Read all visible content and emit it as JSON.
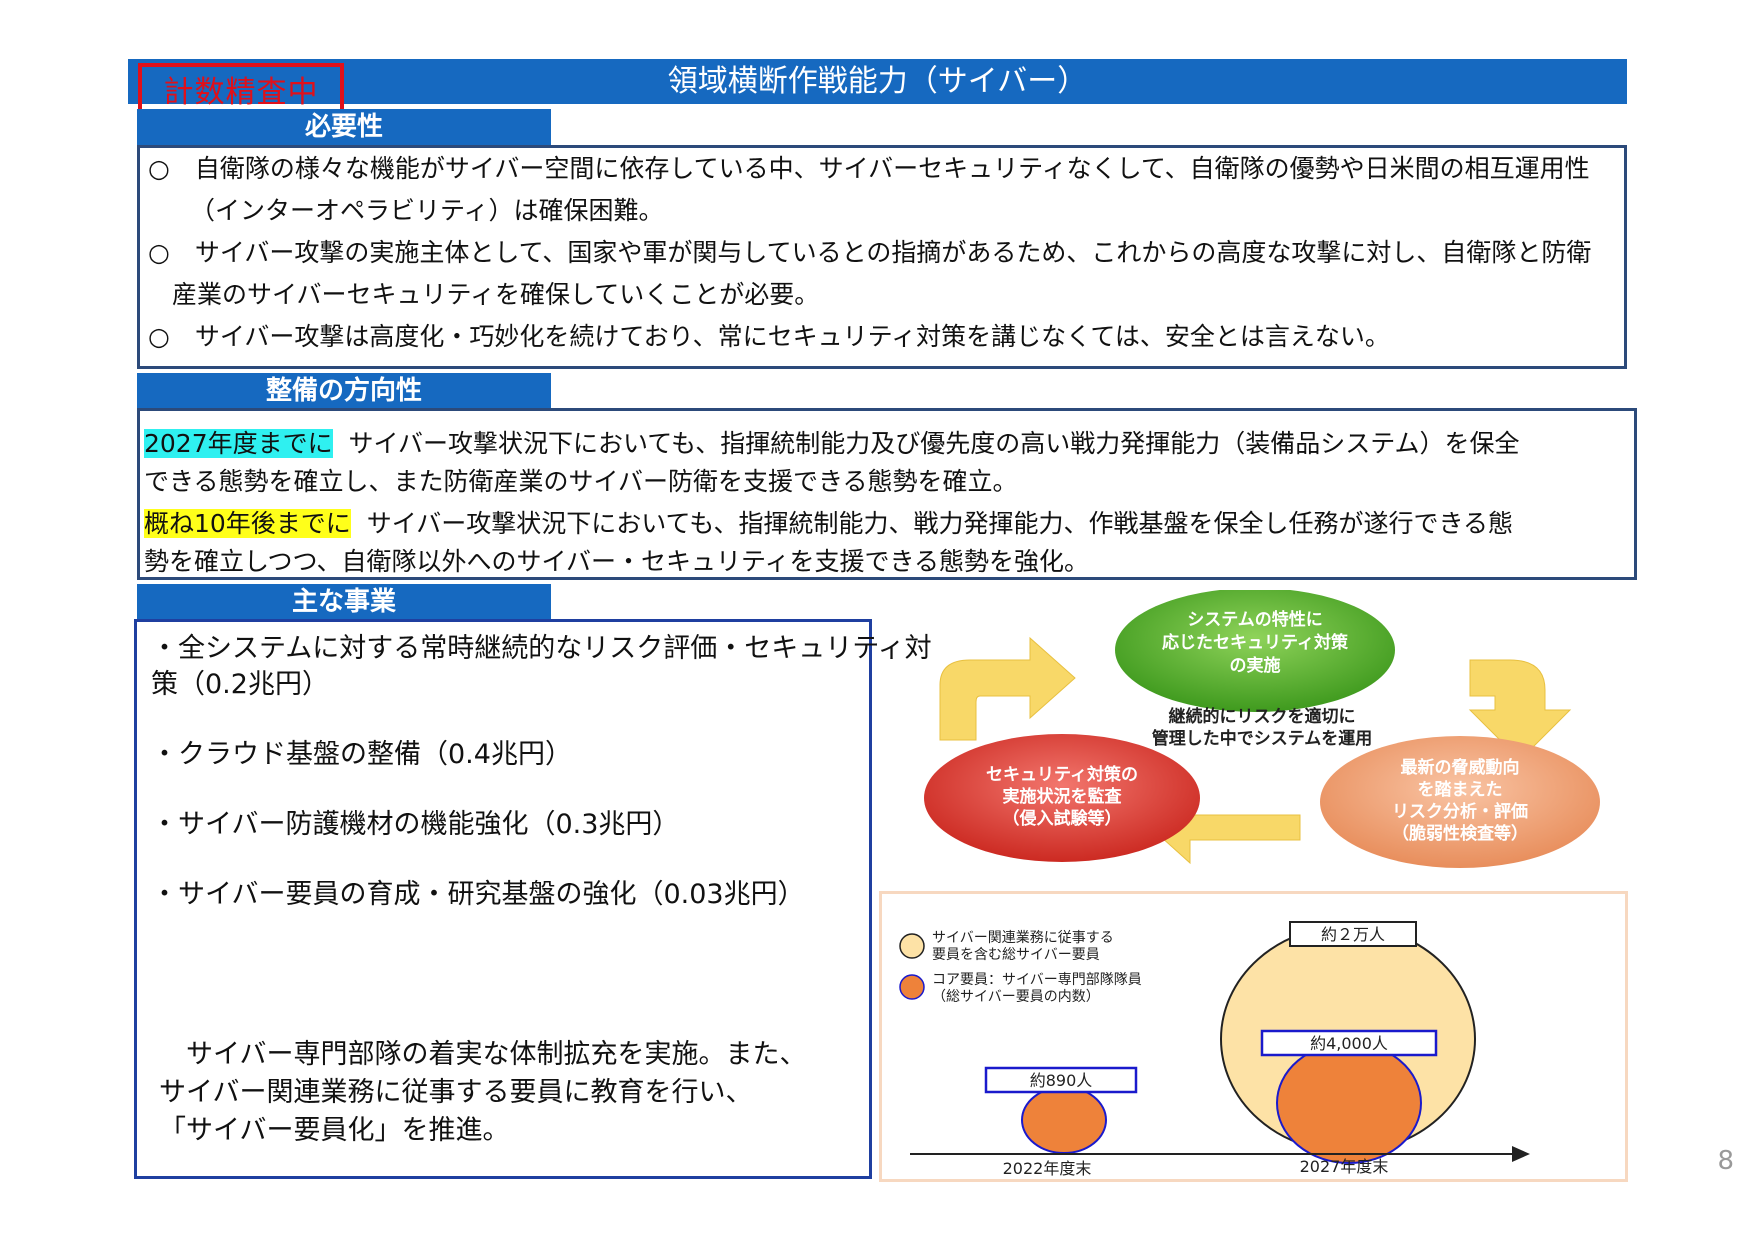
{
  "title": "領域横断作戦能力（サイバー）",
  "stamp": "計数精査中",
  "hitsuyo": {
    "heading": "必要性",
    "items": [
      "○　自衛隊の様々な機能がサイバー空間に依存している中、サイバーセキュリティなくして、自衛隊の優勢や日米間の相互運用性",
      "（インターオペラビリティ）は確保困難。",
      "○　サイバー攻撃の実施主体として、国家や軍が関与しているとの指摘があるため、これからの高度な攻撃に対し、自衛隊と防衛",
      "産業のサイバーセキュリティを確保していくことが必要。",
      "○　サイバー攻撃は高度化・巧妙化を続けており、常にセキュリティ対策を講じなくては、安全とは言えない。"
    ]
  },
  "houkou": {
    "heading": "整備の方向性",
    "p1_label": "2027年度までに",
    "p1_line1": "サイバー攻撃状況下においても、指揮統制能力及び優先度の高い戦力発揮能力（装備品システム）を保全",
    "p1_line2": "できる態勢を確立し、また防衛産業のサイバー防衛を支援できる態勢を確立。",
    "p2_label": "概ね10年後までに",
    "p2_line1": "サイバー攻撃状況下においても、指揮統制能力、戦力発揮能力、作戦基盤を保全し任務が遂行できる態",
    "p2_line2": "勢を確立しつつ、自衛隊以外へのサイバー・セキュリティを支援できる態勢を強化。"
  },
  "jigyo": {
    "heading": "主な事業",
    "items": [
      "・全システムに対する常時継続的なリスク評価・セキュリティ対",
      "策（0.2兆円）",
      "・クラウド基盤の整備（0.4兆円）",
      "・サイバー防護機材の機能強化（0.3兆円）",
      "・サイバー要員の育成・研究基盤の強化（0.03兆円）"
    ],
    "note_lines": [
      "　サイバー専門部隊の着実な体制拡充を実施。また、",
      "サイバー関連業務に従事する要員に教育を行い、",
      "「サイバー要員化」を推進。"
    ]
  },
  "cycle": {
    "top": [
      "システムの特性に",
      "応じたセキュリティ対策",
      "の実施"
    ],
    "right": [
      "最新の脅威動向",
      "を踏まえた",
      "リスク分析・評価",
      "（脆弱性検査等）"
    ],
    "left": [
      "セキュリティ対策の",
      "実施状況を監査",
      "（侵入試験等）"
    ],
    "center": [
      "継続的にリスクを適切に",
      "管理した中でシステムを運用"
    ],
    "colors": {
      "top": "#5cb531",
      "right": "#efa277",
      "left": "#e33d36",
      "arrow": "#f8d868"
    }
  },
  "personnel": {
    "legend_total": [
      "サイバー関連業務に従事する",
      "要員を含む総サイバー要員"
    ],
    "legend_core": [
      "コア要員：サイバー専門部隊隊員",
      "（総サイバー要員の内数）"
    ],
    "label_total_2027": "約２万人",
    "label_core_2027": "約4,000人",
    "label_core_2022": "約890人",
    "x_2022": "2022年度末",
    "x_2027": "2027年度末",
    "colors": {
      "total": "#fde2a6",
      "core": "#ee823a",
      "outline": "#1a1acc"
    }
  },
  "page_number": "8"
}
